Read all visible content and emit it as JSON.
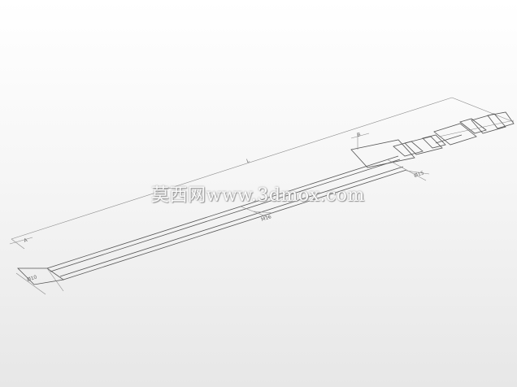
{
  "watermark": {
    "text": "莫西网www.3dmox.com"
  },
  "dimensions": {
    "overall_length": "L",
    "left_offset": "A",
    "left_diameter": "Ø10",
    "middle_thread": "M16",
    "right_diameter": "Ø15",
    "right_offset": "B"
  },
  "colors": {
    "line": "#555555",
    "background_top": "#ffffff",
    "background_bottom": "#e7e7e7"
  }
}
